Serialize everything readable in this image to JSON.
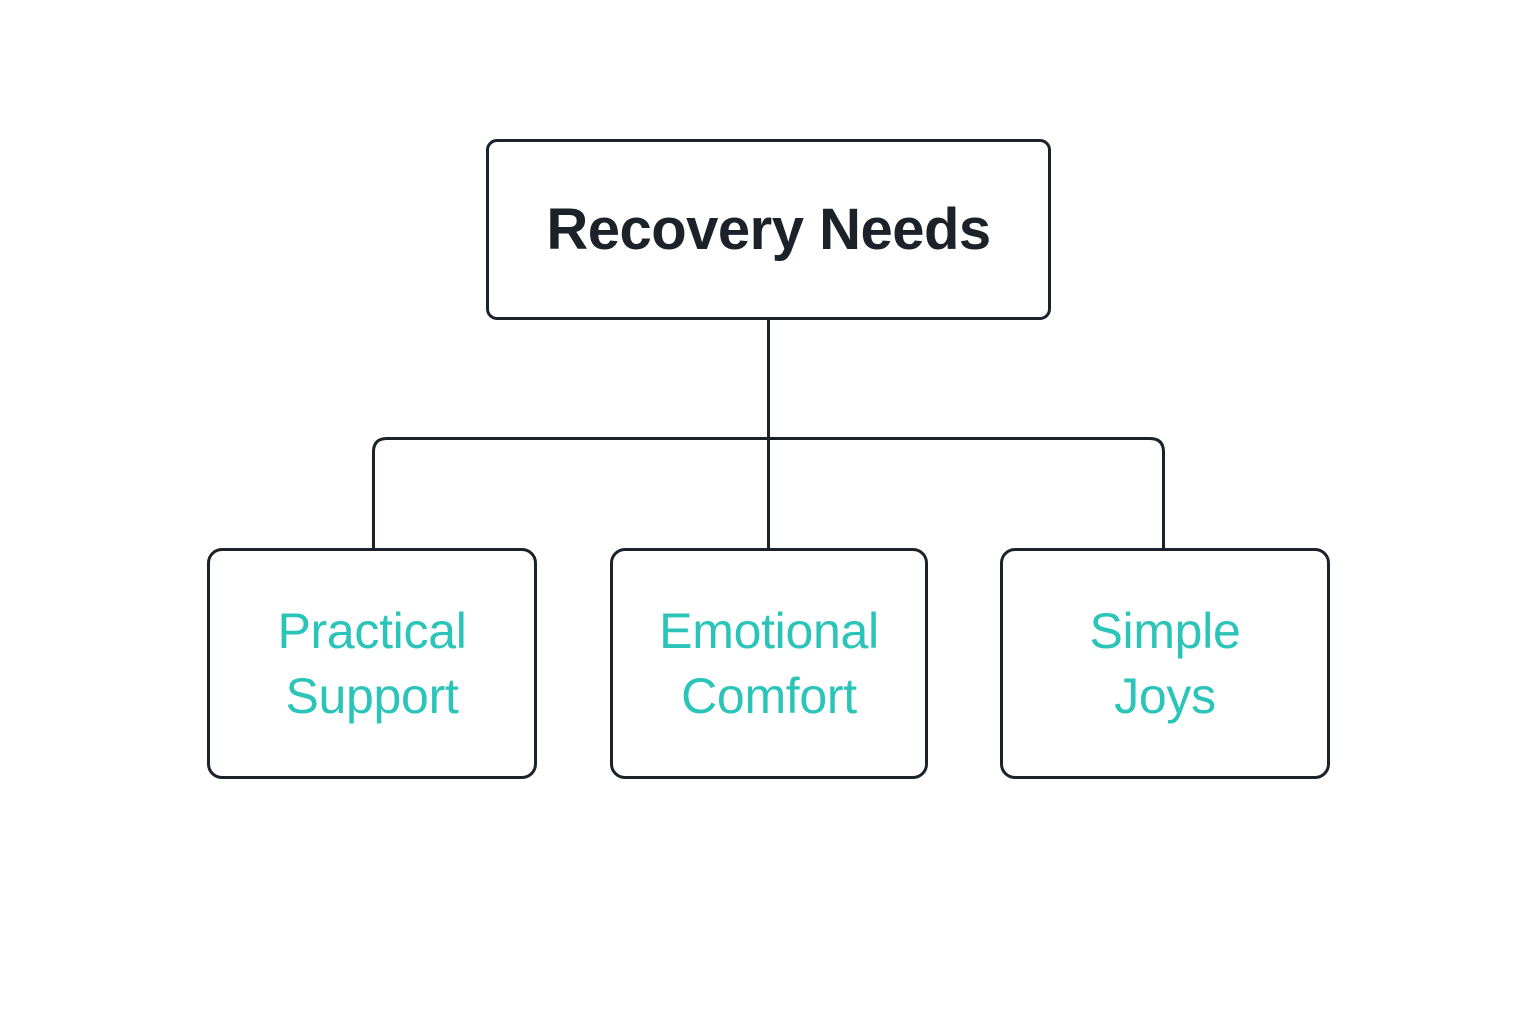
{
  "diagram": {
    "type": "hierarchy-tree",
    "background_color": "#FFFFFF",
    "stroke_color": "#1B222A",
    "accent_color": "#2BC4B8",
    "root": {
      "label": "Recovery Needs"
    },
    "children": [
      {
        "label": "Practical\nSupport",
        "line1": "Practical",
        "line2": "Support"
      },
      {
        "label": "Emotional\nComfort",
        "line1": "Emotional",
        "line2": "Comfort"
      },
      {
        "label": "Simple\nJoys",
        "line1": "Simple",
        "line2": "Joys"
      }
    ]
  }
}
